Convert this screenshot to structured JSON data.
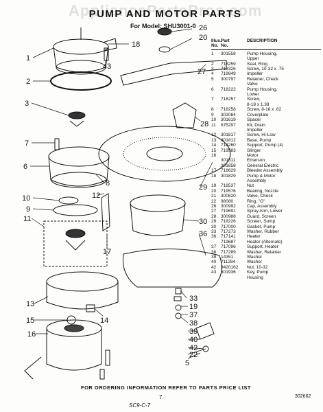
{
  "watermark": "AppliancePartsPros.com",
  "title": "PUMP AND MOTOR PARTS",
  "model": "For Model: SHU3001-0",
  "parts_header": {
    "illus": "Illus.\nNo.",
    "part": "Part\nNo.",
    "description": "DESCRIPTION"
  },
  "parts": [
    [
      "1",
      "301558",
      "Pump Housing,"
    ],
    [
      "",
      "",
      "Upper"
    ],
    [
      "2",
      "718259",
      "Seal, Ring"
    ],
    [
      "3",
      "718326",
      "Screw, 10-32 x .75"
    ],
    [
      "4",
      "719949",
      "Impeller"
    ],
    [
      "5",
      "300797",
      "Retainer, Check"
    ],
    [
      "",
      "",
      "Valve"
    ],
    [
      "6",
      "718222",
      "Pump Housing,"
    ],
    [
      "",
      "",
      "Lower"
    ],
    [
      "7",
      "718257",
      "Screw,"
    ],
    [
      "",
      "",
      "8-18 x 1.38"
    ],
    [
      "8",
      "718258",
      "Screw, 8-18 x .62"
    ],
    [
      "9",
      "302084",
      "Coverplate"
    ],
    [
      "10",
      "301619",
      "Spacer"
    ],
    [
      "11",
      "675297",
      "Kit, Drain"
    ],
    [
      "",
      "",
      "Impeller"
    ],
    [
      "12",
      "301817",
      "Screw, Hi-Low"
    ],
    [
      "13",
      "301812",
      "Base, Pump"
    ],
    [
      "14",
      "718260",
      "Support, Pump (4)"
    ],
    [
      "15",
      "719583",
      "Slinger"
    ],
    [
      "16",
      "",
      "Motor"
    ],
    [
      "",
      "301811",
      "Emerson"
    ],
    [
      "",
      "301858",
      "General Electric"
    ],
    [
      "17",
      "718629",
      "Bleeder Assembly"
    ],
    [
      "18",
      "301829",
      "Pump & Motor"
    ],
    [
      "",
      "",
      "Assembly"
    ],
    [
      "19",
      "718537",
      "Nut"
    ],
    [
      "20",
      "719576",
      "Bearing, Nozzle"
    ],
    [
      "21",
      "300820",
      "Valve, Check"
    ],
    [
      "22",
      "98080",
      "Ring, \"O\""
    ],
    [
      "26",
      "300992",
      "Cap, Assembly"
    ],
    [
      "27",
      "719691",
      "Spray Arm, Lower"
    ],
    [
      "28",
      "300988",
      "Guard, Screen"
    ],
    [
      "29",
      "718226",
      "Screen, Sump"
    ],
    [
      "30",
      "717000",
      "Gasket, Pump"
    ],
    [
      "33",
      "717273",
      "Washer, Rubber"
    ],
    [
      "36",
      "717141",
      "Heater"
    ],
    [
      "",
      "719687",
      "Heater (Alternate)"
    ],
    [
      "37",
      "717096",
      "Support, Heater"
    ],
    [
      "38",
      "717289",
      "Washer, Retainer"
    ],
    [
      "39",
      "14351",
      "Washer"
    ],
    [
      "40",
      "711284",
      "Washer"
    ],
    [
      "42",
      "9420162",
      "Nut, 10-32"
    ],
    [
      "43",
      "301936",
      "Key, Pump"
    ],
    [
      "",
      "",
      "Housing"
    ]
  ],
  "callouts": {
    "1": "1",
    "2": "2",
    "3": "3",
    "5": "5",
    "6": "6",
    "7": "7",
    "8": "8",
    "9": "9",
    "10": "10",
    "11": "11",
    "12": "12",
    "13": "13",
    "14": "14",
    "15": "15",
    "16": "16",
    "17": "17",
    "18": "18",
    "19": "19",
    "20": "20",
    "22": "22",
    "26": "26",
    "27": "27",
    "28": "28",
    "29": "29",
    "30": "30",
    "33": "33",
    "36": "36",
    "37": "37",
    "38": "38",
    "39": "39",
    "40": "40",
    "42": "42",
    "43": "43"
  },
  "footer": "FOR ORDERING INFORMATION REFER TO PARTS PRICE LIST",
  "page_number": "7",
  "doc_number": "302662",
  "handwritten": "SC9-C-7"
}
